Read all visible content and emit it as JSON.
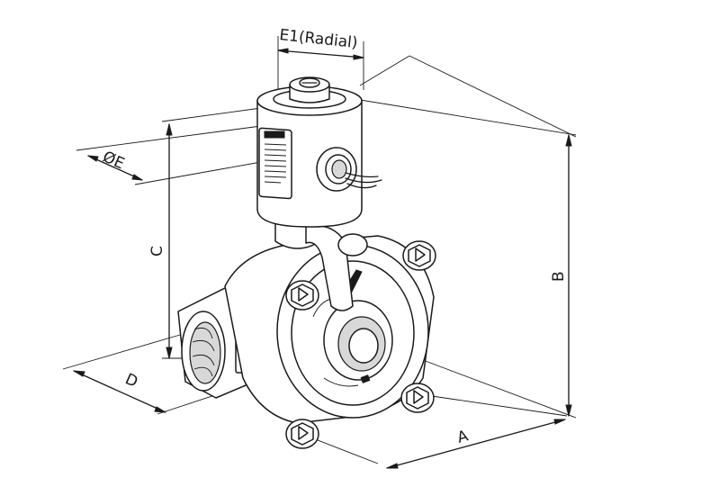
{
  "dimensions": {
    "e1": "E1(Radial)",
    "e": "ØE",
    "c": "C",
    "b": "B",
    "d": "D",
    "a": "A"
  }
}
